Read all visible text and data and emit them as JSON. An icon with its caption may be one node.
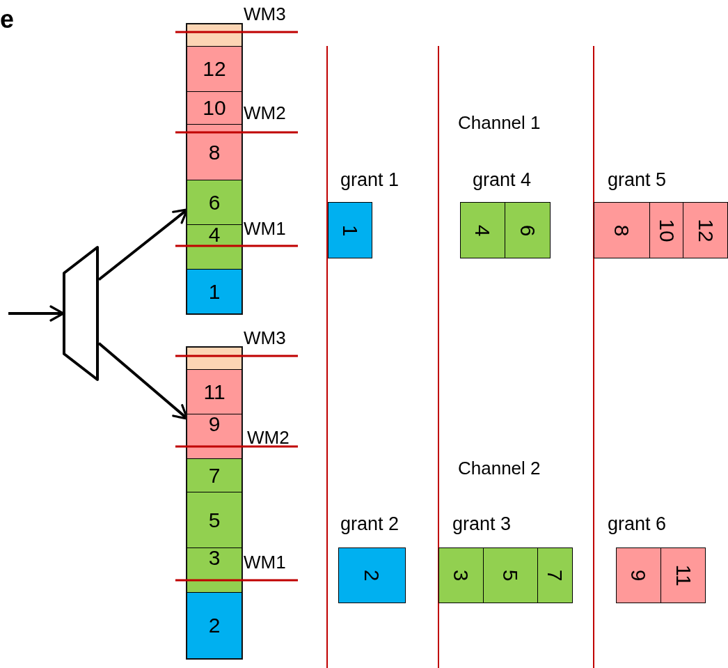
{
  "diagram": {
    "nodes": [
      {
        "text": [],
        "shape": "trapezoid"
      },
      {
        "text": [],
        "shape": "box"
      },
      {
        "text": [],
        "shape": "box",
        "in": 1
      },
      {
        "text": [
          "12"
        ],
        "in": 1
      },
      {
        "text": [
          "10"
        ],
        "in": 1
      },
      {
        "text": [
          "8"
        ],
        "in": 1
      },
      {
        "text": [
          "6"
        ],
        "in": 1
      },
      {
        "text": [
          "4"
        ],
        "in": 1
      },
      {
        "text": [
          "1"
        ],
        "in": 1
      },
      {
        "text": [],
        "shape": "box"
      },
      {
        "text": [],
        "shape": "box",
        "in": 9
      },
      {
        "text": [
          "11"
        ],
        "in": 9
      },
      {
        "text": [
          "9"
        ],
        "in": 9
      },
      {
        "text": [
          "7"
        ],
        "in": 9
      },
      {
        "text": [
          "5"
        ],
        "in": 9
      },
      {
        "text": [
          "3"
        ],
        "in": 9
      },
      {
        "text": [
          "2"
        ],
        "in": 9
      },
      {
        "text": [
          "grant 1"
        ]
      },
      {
        "text": [
          "1"
        ],
        "in": 17
      },
      {
        "text": [
          "grant 4"
        ]
      },
      {
        "text": [
          "4"
        ],
        "in": 19
      },
      {
        "text": [
          "6"
        ],
        "in": 19
      },
      {
        "text": [
          "grant 5"
        ]
      },
      {
        "text": [
          "8"
        ],
        "in": 22
      },
      {
        "text": [
          "10"
        ],
        "in": 22
      },
      {
        "text": [
          "12"
        ],
        "in": 22
      },
      {
        "text": [
          "grant 2"
        ]
      },
      {
        "text": [
          "2"
        ],
        "in": 26
      },
      {
        "text": [
          "grant 3"
        ]
      },
      {
        "text": [
          "3"
        ],
        "in": 28
      },
      {
        "text": [
          "5"
        ],
        "in": 28
      },
      {
        "text": [
          "7"
        ],
        "in": 28
      },
      {
        "text": [
          "grant 6"
        ]
      },
      {
        "text": [
          "9"
        ],
        "in": 32
      },
      {
        "text": [
          "11"
        ],
        "in": 32
      }
    ],
    "edges": [
      {
        "from": null,
        "to": 0,
        "arrow": "to"
      },
      {
        "from": 0,
        "to": 1,
        "arrow": "to"
      },
      {
        "from": 0,
        "to": 9,
        "arrow": "to"
      }
    ],
    "labels": [
      "e",
      "WM3",
      "WM2",
      "Channel 1",
      "WM1",
      "WM3",
      "WM2",
      "Channel 2",
      "WM1"
    ]
  }
}
